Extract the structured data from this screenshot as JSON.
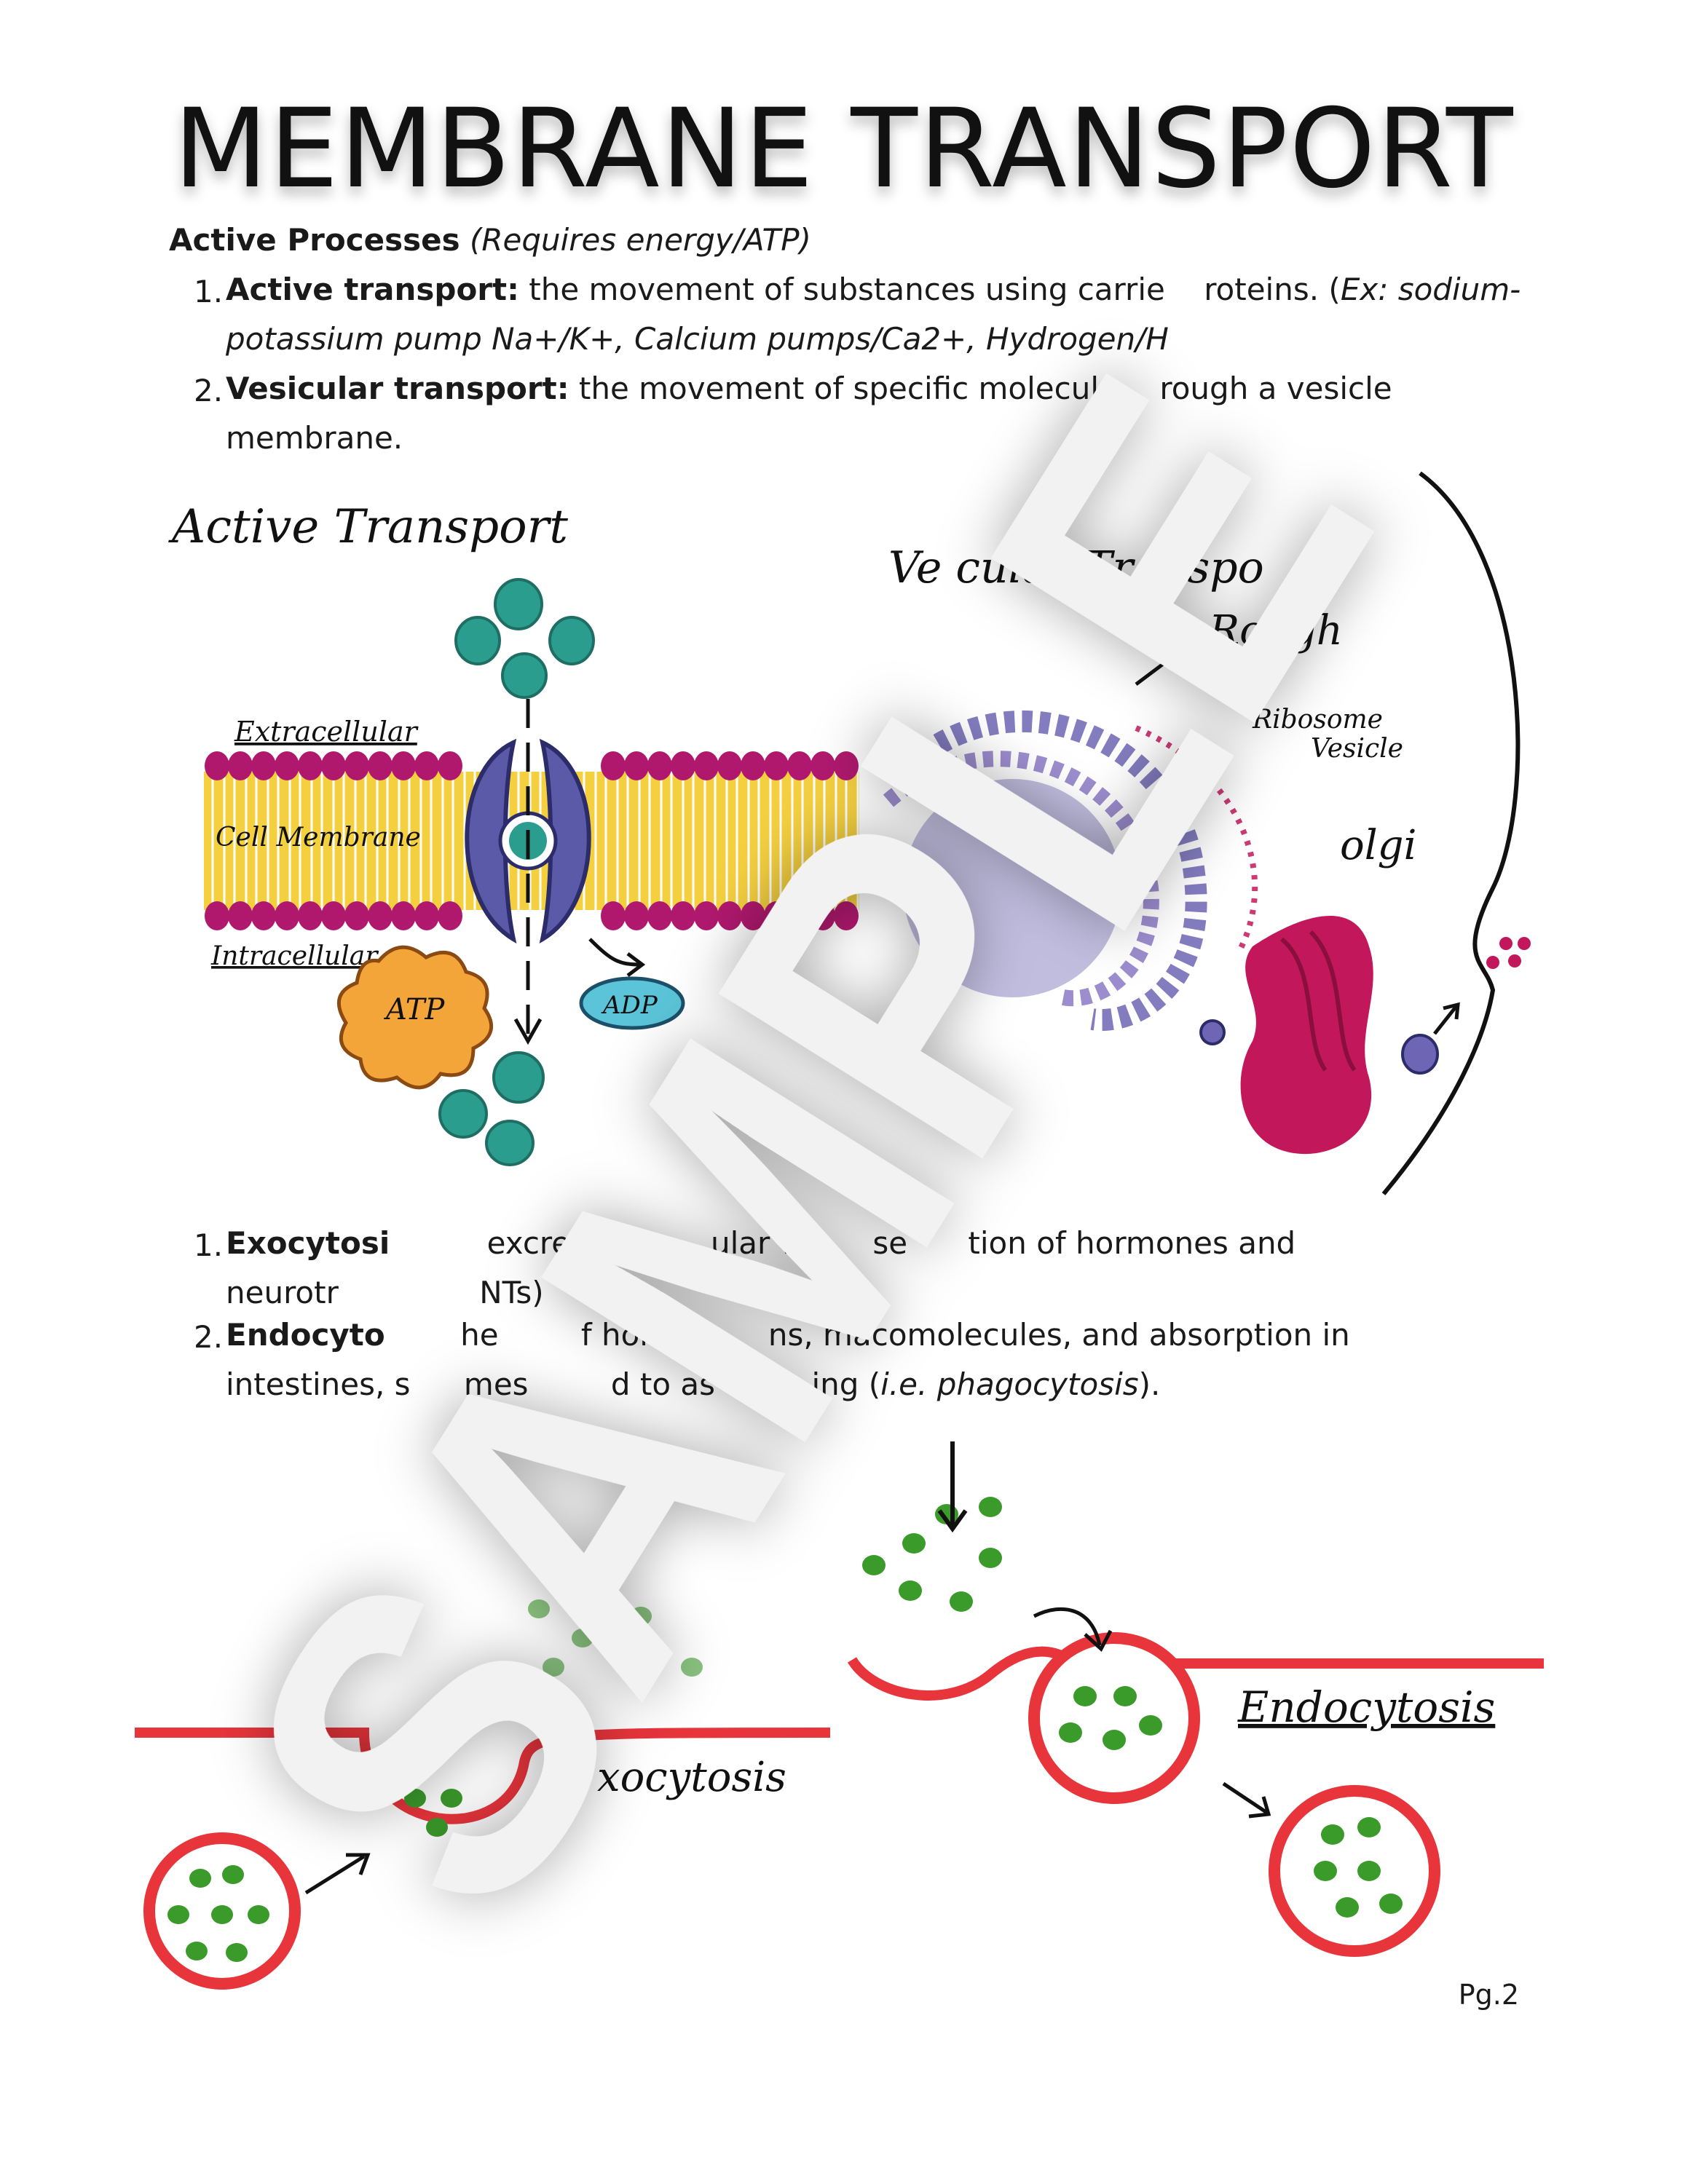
{
  "title": "MEMBRANE TRANSPORT",
  "active_heading": "Active Processes",
  "active_heading_note": "(Requires energy/ATP)",
  "list_a": [
    {
      "num": "1.",
      "term": "Active transport:",
      "text_line1": "the movement of substances using carrie",
      "text_line1_end": "roteins. (",
      "ex_line1": "Ex: sodium-",
      "ex_line2": "potassium pump Na+/K+, Calcium pumps/Ca2+, Hydrogen/H"
    },
    {
      "num": "2.",
      "term": "Vesicular transport:",
      "text_line1": "the movement of specific molecul",
      "text_line1_end": "rough a vesicle",
      "text_line2": "membrane."
    }
  ],
  "list_b": [
    {
      "num": "1.",
      "term": "Exocytosi",
      "text_line1": "excretion o",
      "text_line1_mid": "ular w",
      "text_line1_mid2": "se",
      "text_line1_end": "tion of hormones and",
      "text_line2": "neurotr",
      "text_line2_end": "NTs)"
    },
    {
      "num": "2.",
      "term": "Endocyto",
      "text_line1": "he",
      "text_line1_mid": "f hormo",
      "text_line1_mid2": "ns, mac",
      "text_line1_end": "omolecules, and absorption in",
      "text_line2": "intestines, s",
      "text_line2_mid": "mes",
      "text_line2_mid2": "d to as o",
      "text_line2_end": "ing (",
      "text_line2_ital": "i.e. phagocytosis",
      "text_line2_close": ")."
    }
  ],
  "diagram_labels": {
    "active_transport": "Active Transport",
    "extracellular": "Extracellular",
    "cell_membrane": "Cell Membrane",
    "intracellular": "Intracellular",
    "atp": "ATP",
    "adp": "ADP",
    "vesicular_transport": "Ve  cular Transpo",
    "rough": "Rough",
    "ribosome": "Ribosome",
    "vesicle": "Vesicle",
    "golgi": "olgi",
    "exocytosis": "xocytosis",
    "endocytosis": "Endocytosis"
  },
  "watermark": "SAMPLE",
  "page_number": "Pg.2",
  "colors": {
    "teal": "#2a9d8f",
    "membrane_head": "#b0186e",
    "membrane_tail": "#f4d03f",
    "protein": "#5a5aa8",
    "atp": "#f4a53a",
    "adp": "#5bc4d8",
    "vesicle_red": "#e8343b",
    "green": "#3a9a2a",
    "golgi": "#c2185b"
  }
}
